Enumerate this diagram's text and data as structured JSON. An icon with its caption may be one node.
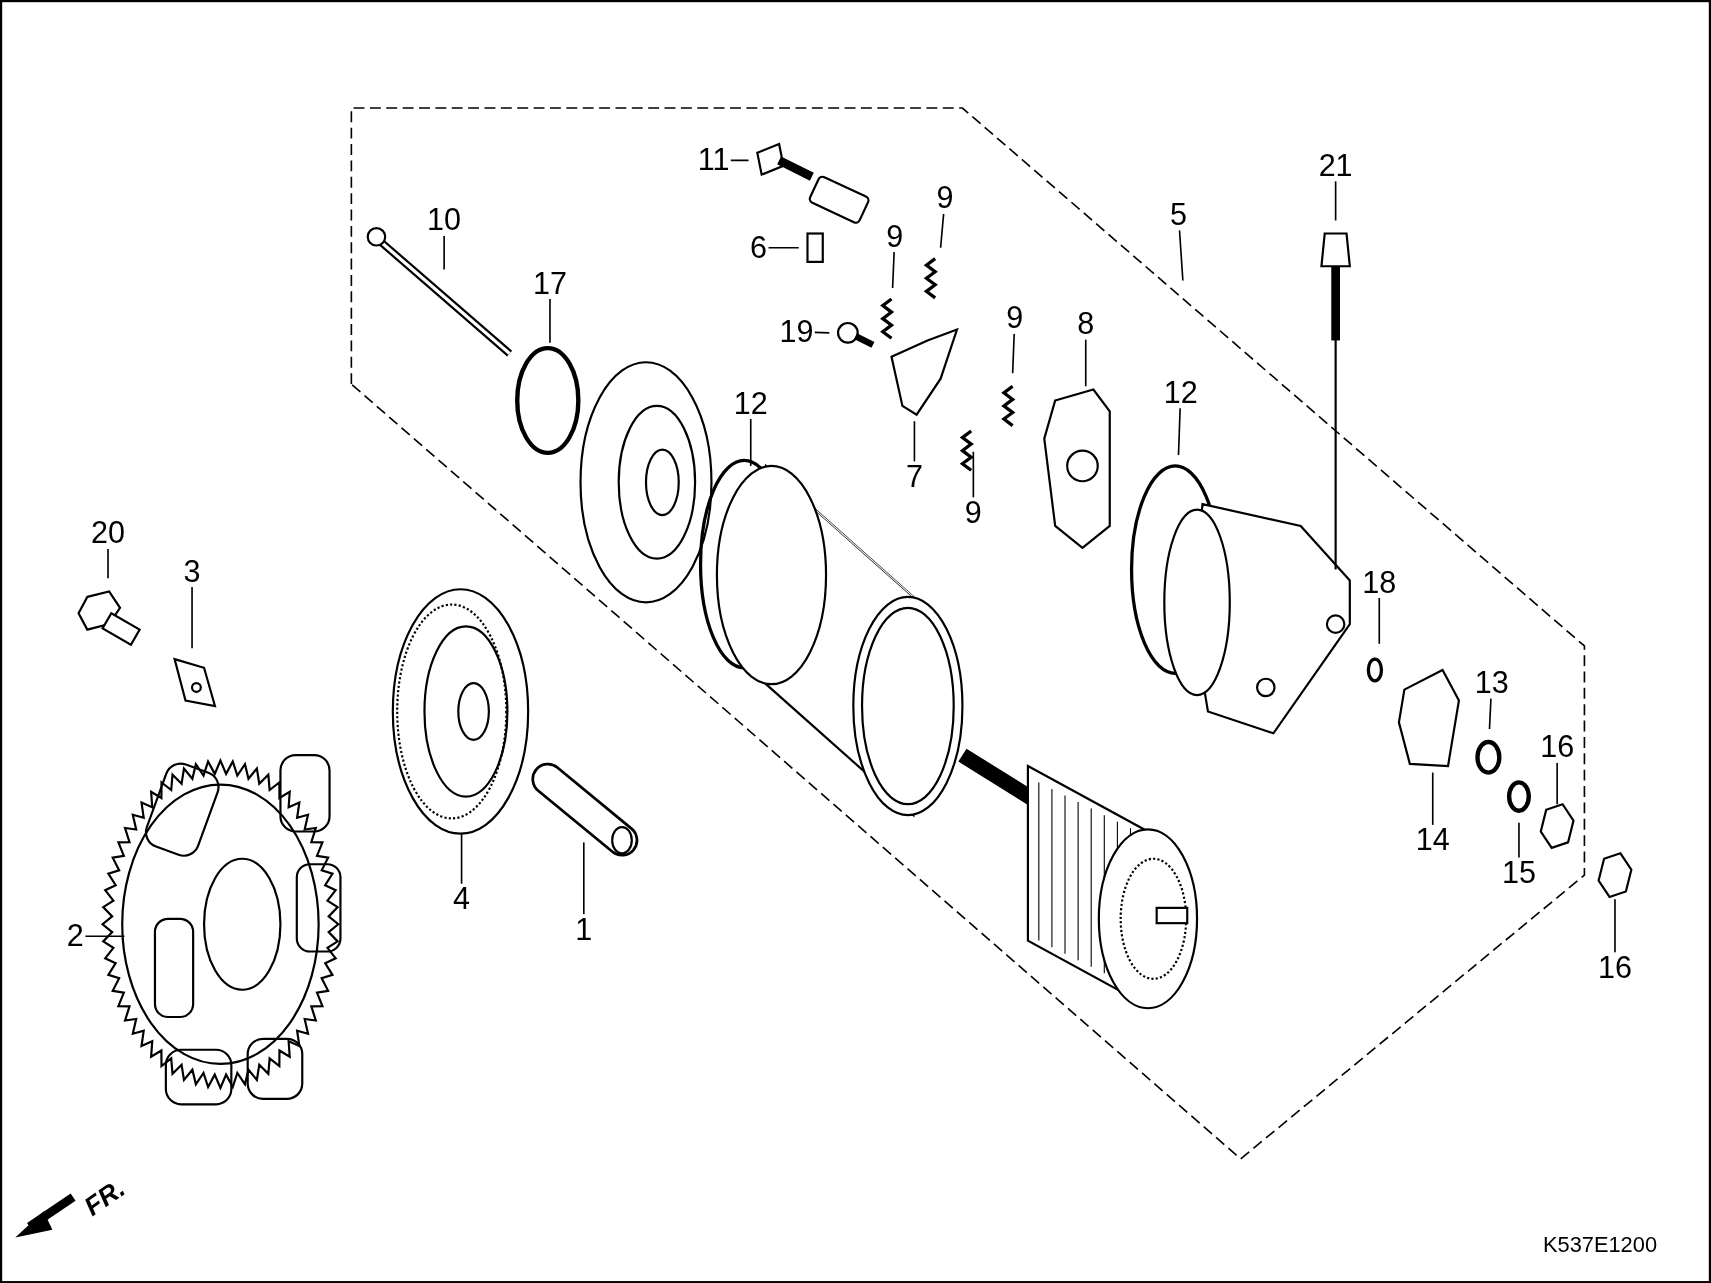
{
  "diagram": {
    "nodes": [
      {
        "text": [
          "11"
        ]
      },
      {
        "text": [
          "21"
        ]
      },
      {
        "text": [
          "9"
        ]
      },
      {
        "text": [
          "10"
        ]
      },
      {
        "text": [
          "5"
        ]
      },
      {
        "text": [
          "17"
        ]
      },
      {
        "text": [
          "6"
        ]
      },
      {
        "text": [
          "9"
        ]
      },
      {
        "text": [
          "19"
        ]
      },
      {
        "text": [
          "9"
        ]
      },
      {
        "text": [
          "8"
        ]
      },
      {
        "text": [
          "12"
        ]
      },
      {
        "text": [
          "12"
        ]
      },
      {
        "text": [
          "7"
        ]
      },
      {
        "text": [
          "9"
        ]
      },
      {
        "text": [
          "20"
        ]
      },
      {
        "text": [
          "3"
        ]
      },
      {
        "text": [
          "18"
        ]
      },
      {
        "text": [
          "13"
        ]
      },
      {
        "text": [
          "16"
        ]
      },
      {
        "text": [
          "14"
        ]
      },
      {
        "text": [
          "15"
        ]
      },
      {
        "text": [
          "4"
        ]
      },
      {
        "text": [
          "1"
        ]
      },
      {
        "text": [
          "2"
        ]
      },
      {
        "text": [
          "16"
        ]
      }
    ],
    "edges": [
      {
        "from": 0,
        "to": null,
        "arrow": "none"
      },
      {
        "from": 1,
        "to": null,
        "arrow": "none"
      },
      {
        "from": 2,
        "to": null,
        "arrow": "none"
      },
      {
        "from": 3,
        "to": null,
        "arrow": "none"
      },
      {
        "from": 4,
        "to": null,
        "arrow": "none"
      },
      {
        "from": 5,
        "to": null,
        "arrow": "none"
      },
      {
        "from": 6,
        "to": null,
        "arrow": "none"
      },
      {
        "from": 7,
        "to": null,
        "arrow": "none"
      },
      {
        "from": 8,
        "to": null,
        "arrow": "none"
      },
      {
        "from": 9,
        "to": null,
        "arrow": "none"
      },
      {
        "from": 10,
        "to": null,
        "arrow": "none"
      },
      {
        "from": 11,
        "to": null,
        "arrow": "none"
      },
      {
        "from": 12,
        "to": null,
        "arrow": "none"
      },
      {
        "from": 13,
        "to": null,
        "arrow": "none"
      },
      {
        "from": 14,
        "to": null,
        "arrow": "none"
      },
      {
        "from": 15,
        "to": null,
        "arrow": "none"
      },
      {
        "from": 16,
        "to": null,
        "arrow": "none"
      },
      {
        "from": 17,
        "to": null,
        "arrow": "none"
      },
      {
        "from": 18,
        "to": null,
        "arrow": "none"
      },
      {
        "from": 19,
        "to": null,
        "arrow": "none"
      },
      {
        "from": 20,
        "to": null,
        "arrow": "none"
      },
      {
        "from": 21,
        "to": null,
        "arrow": "none"
      },
      {
        "from": 22,
        "to": null,
        "arrow": "none"
      },
      {
        "from": 23,
        "to": null,
        "arrow": "none"
      },
      {
        "from": 24,
        "to": null,
        "arrow": "none"
      },
      {
        "from": 25,
        "to": null,
        "arrow": "none"
      }
    ],
    "labels": [
      "FR.",
      "K537E1200"
    ]
  }
}
